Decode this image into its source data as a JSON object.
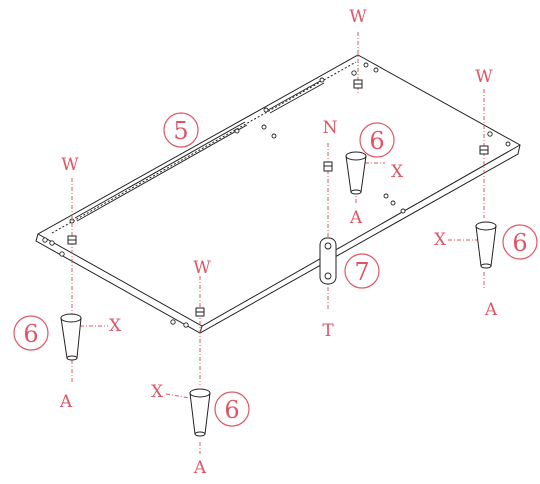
{
  "labels": {
    "w": "W",
    "x": "X",
    "a": "A",
    "n": "N",
    "t": "T"
  },
  "parts": {
    "panel": "5",
    "leg": "6",
    "connector": "7"
  }
}
